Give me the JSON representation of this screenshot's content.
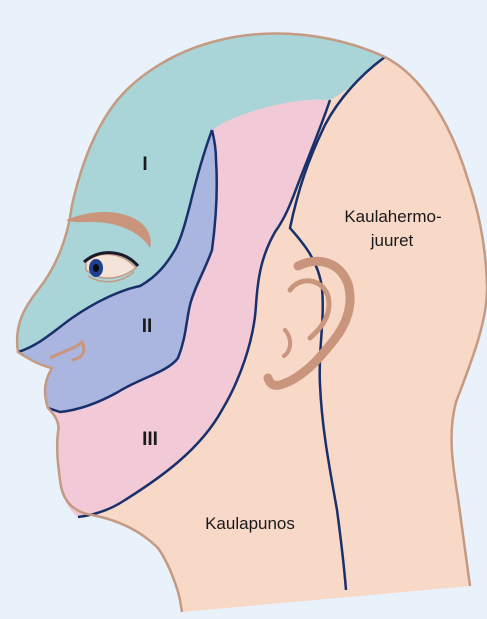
{
  "labels": {
    "v1": "I",
    "v2": "II",
    "v3": "III",
    "neck_roots_line1": "Kaulahermo-",
    "neck_roots_line2": "juuret",
    "cervical_plexus": "Kaulapunos"
  },
  "colors": {
    "background": "#e9f1fa",
    "skin": "#f8d8c7",
    "skin_outline": "#c49a82",
    "ophthalmic": "#a9d5d8",
    "maxillary": "#aab6df",
    "mandibular": "#f2c9d6",
    "nerve_line": "#18306b",
    "brow": "#c9957c",
    "eye": "#1a1a2a"
  }
}
